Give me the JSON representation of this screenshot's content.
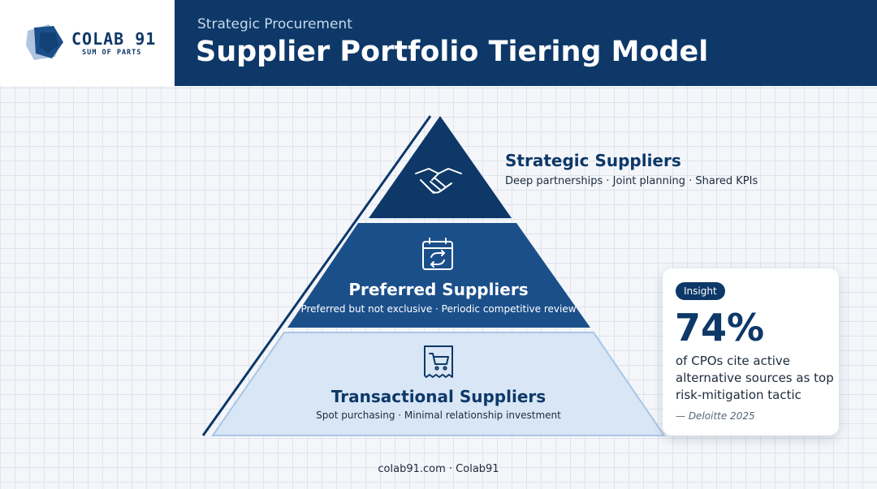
{
  "brand": {
    "name": "COLAB 91",
    "tagline": "SUM OF PARTS"
  },
  "header": {
    "eyebrow": "Strategic Procurement",
    "title": "Supplier Portfolio Tiering Model"
  },
  "tiers": [
    {
      "title": "Strategic Suppliers",
      "subtitle": "Deep partnerships · Joint planning · Shared KPIs",
      "icon": "handshake-icon",
      "color": "#0d3868"
    },
    {
      "title": "Preferred Suppliers",
      "subtitle": "Preferred but not exclusive · Periodic competitive review",
      "icon": "calendar-refresh-icon",
      "color": "#1b4f8a"
    },
    {
      "title": "Transactional Suppliers",
      "subtitle": "Spot purchasing · Minimal relationship investment",
      "icon": "cart-receipt-icon",
      "color": "#d8e6f5"
    }
  ],
  "insight": {
    "badge": "Insight",
    "stat": "74%",
    "text": "of CPOs cite active alternative sources as top risk-mitigation tactic",
    "source": "— Deloitte 2025"
  },
  "footer": "colab91.com · Colab91"
}
